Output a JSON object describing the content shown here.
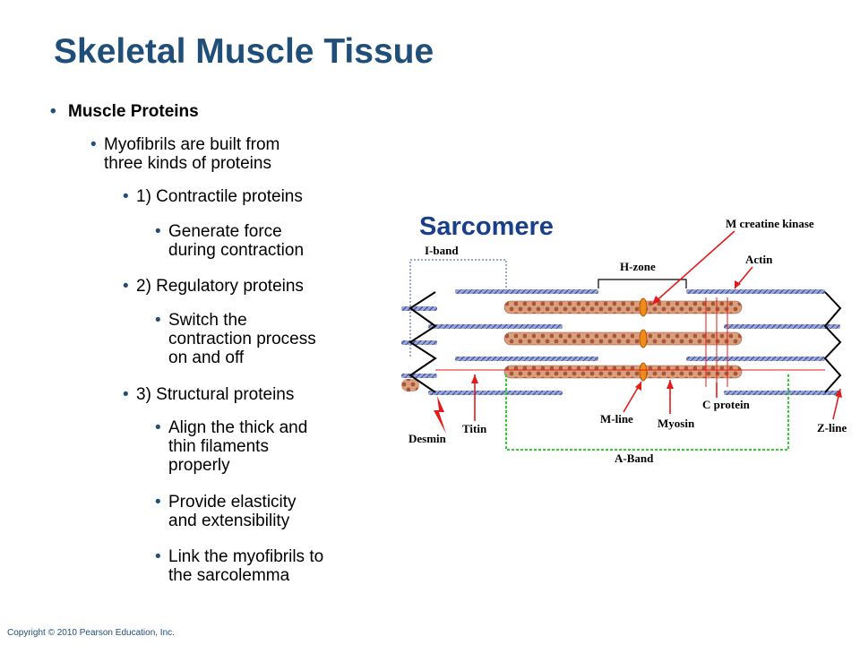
{
  "slide": {
    "title": "Skeletal Muscle Tissue",
    "copyright": "Copyright © 2010 Pearson Education, Inc."
  },
  "bullets": [
    {
      "level": 1,
      "lines": [
        "Muscle Proteins"
      ]
    },
    {
      "level": 2,
      "lines": [
        "Myofibrils are built from",
        "three kinds of proteins"
      ]
    },
    {
      "level": 3,
      "lines": [
        "1) Contractile proteins"
      ]
    },
    {
      "level": 4,
      "lines": [
        "Generate force",
        "during contraction"
      ]
    },
    {
      "level": 3,
      "lines": [
        "2) Regulatory proteins"
      ]
    },
    {
      "level": 4,
      "lines": [
        "Switch the",
        "contraction process",
        "on and off"
      ]
    },
    {
      "level": 3,
      "lines": [
        "3) Structural proteins"
      ]
    },
    {
      "level": 4,
      "lines": [
        "Align the thick and",
        "thin filaments",
        "properly"
      ]
    },
    {
      "level": 4,
      "lines": [
        "Provide elasticity",
        "and extensibility"
      ]
    },
    {
      "level": 4,
      "lines": [
        "Link the myofibrils to",
        "the sarcolemma"
      ]
    }
  ],
  "figure": {
    "heading": "Sarcomere",
    "labels": {
      "i_band": "I-band",
      "h_zone": "H-zone",
      "m_creatine_kinase": "M creatine kinase",
      "actin": "Actin",
      "c_protein": "C protein",
      "m_line": "M-line",
      "myosin": "Myosin",
      "titin": "Titin",
      "desmin": "Desmin",
      "z_line": "Z-line",
      "a_band": "A-Band"
    },
    "colors": {
      "heading": "#1a3f8a",
      "arrows": "#e21b1b",
      "a_band_bracket": "#2fd12f",
      "i_band_bracket": "#5a6fc0",
      "thin_filament": "#8090c8",
      "thick_filament": "#c47a5a",
      "z_line": "#000000"
    }
  }
}
